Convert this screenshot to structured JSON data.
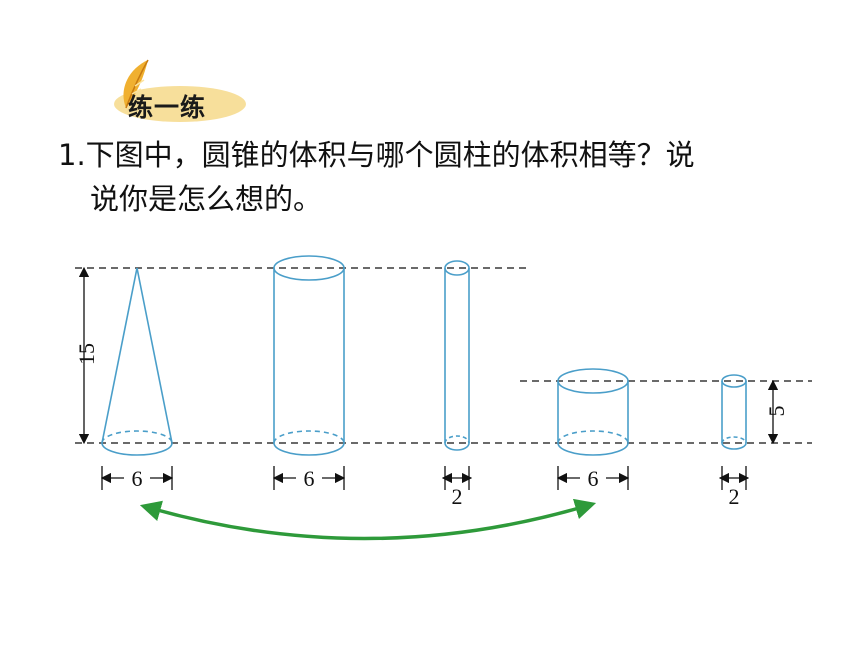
{
  "header": {
    "badge_label": "练一练"
  },
  "question": {
    "line1": "1.下图中，圆锥的体积与哪个圆柱的体积相等？说",
    "line2": "说你是怎么想的。"
  },
  "figure": {
    "height_big": "15",
    "height_small": "5",
    "cone_diameter": "6",
    "cyl1_diameter": "6",
    "cyl2_diameter": "2",
    "cyl3_diameter": "6",
    "cyl4_diameter": "2"
  },
  "colors": {
    "shape_stroke": "#4a9ec9",
    "arrow": "#2e9a3a",
    "feather": "#e8a21a"
  }
}
